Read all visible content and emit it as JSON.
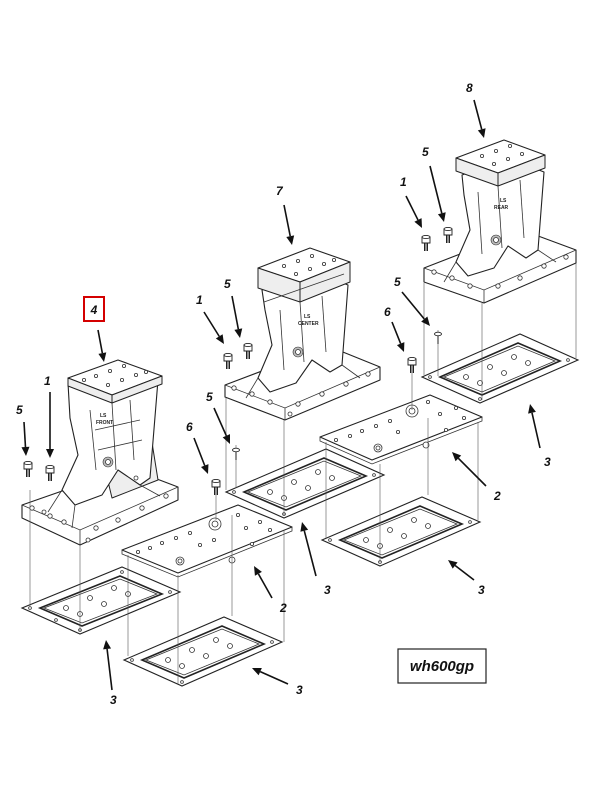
{
  "diagram": {
    "labels": {
      "item_1_a": "1",
      "item_1_b": "1",
      "item_1_c": "1",
      "item_2_a": "2",
      "item_2_b": "2",
      "item_3_a": "3",
      "item_3_b": "3",
      "item_3_c": "3",
      "item_3_d": "3",
      "item_3_e": "3",
      "item_4": "4",
      "item_5_a": "5",
      "item_5_b": "5",
      "item_5_c": "5",
      "item_5_d": "5",
      "item_5_e": "5",
      "item_6_a": "6",
      "item_6_b": "6",
      "item_7": "7",
      "item_8": "8"
    },
    "casting_text": {
      "left_top": "LS",
      "left_bottom": "FRONT",
      "middle_top": "LS",
      "middle_bottom": "CENTER",
      "right_top": "LS",
      "right_bottom": "REAR"
    },
    "figure_code": "wh600gp",
    "highlight_color": "#d40000"
  }
}
